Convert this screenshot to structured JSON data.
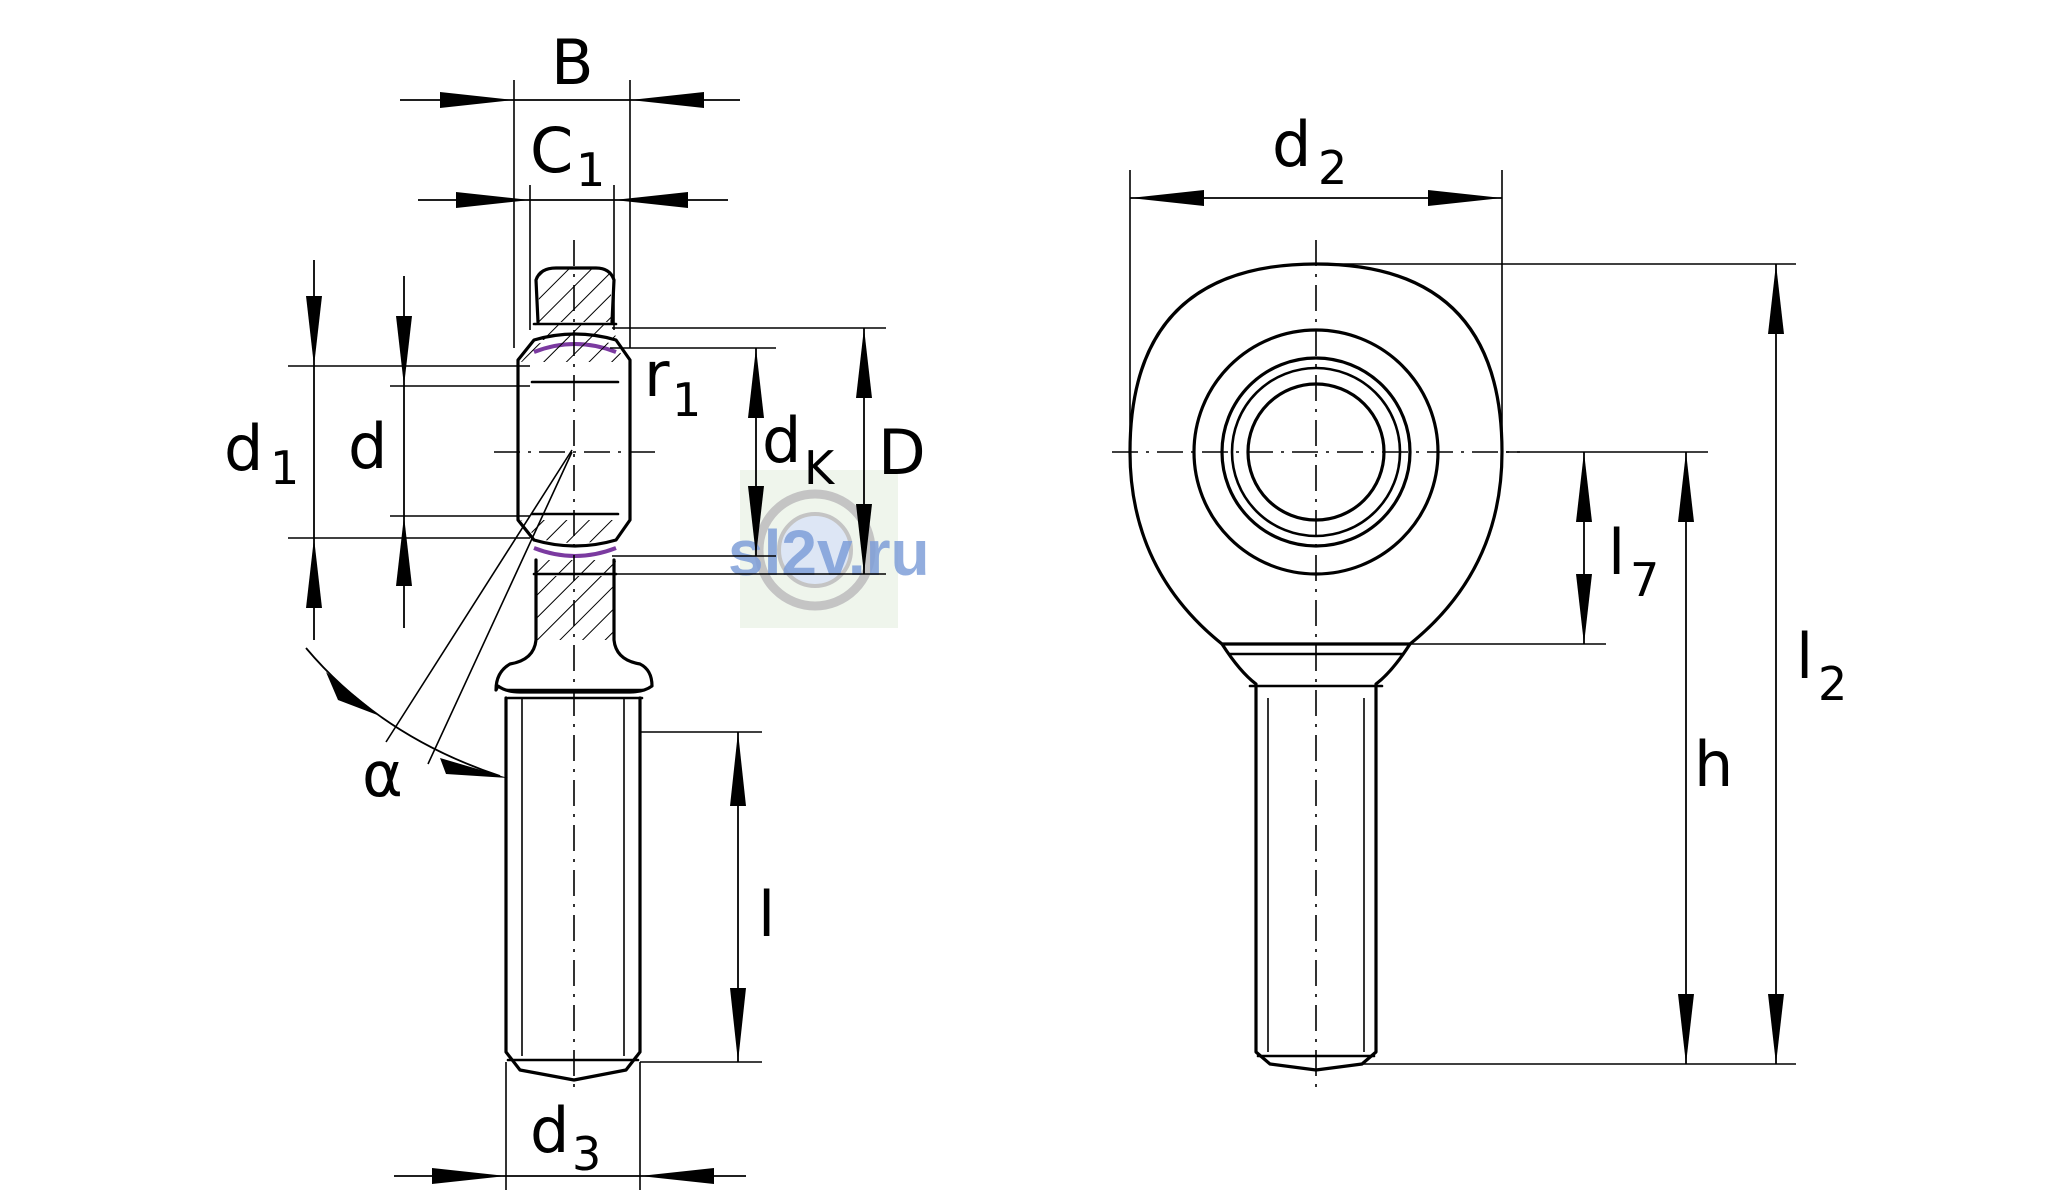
{
  "labels": {
    "B": "B",
    "C1": {
      "main": "C",
      "sub": "1"
    },
    "d1": {
      "main": "d",
      "sub": "1"
    },
    "d": "d",
    "r1": {
      "main": "r",
      "sub": "1"
    },
    "dK": {
      "main": "d",
      "sub": "K"
    },
    "D": "D",
    "alpha": "α",
    "l": "l",
    "d3": {
      "main": "d",
      "sub": "3"
    },
    "d2": {
      "main": "d",
      "sub": "2"
    },
    "l7": {
      "main": "l",
      "sub": "7"
    },
    "l2": {
      "main": "l",
      "sub": "2"
    },
    "h": "h"
  },
  "watermark": "sl2v.ru",
  "colors": {
    "accent_ring": "#7b3aa0",
    "watermark": "#7f9fd9"
  }
}
